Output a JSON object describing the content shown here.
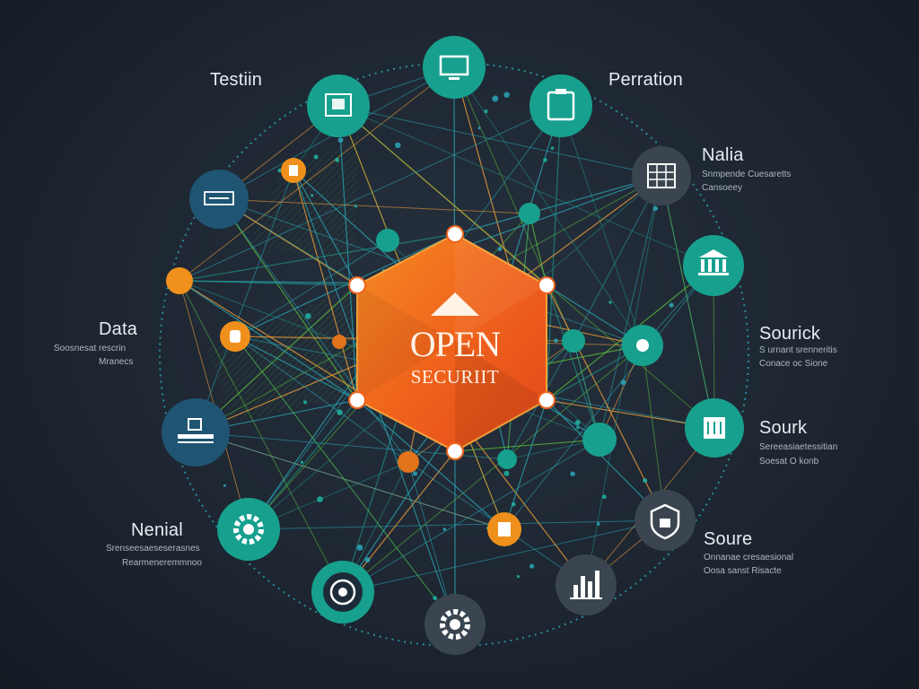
{
  "center": {
    "title": "OPEN",
    "subtitle": "SECURIIT",
    "icon": "triangle-icon"
  },
  "labels": {
    "testin": "Testiin",
    "perration": "Perration",
    "nalia": "Nalia",
    "nalia_sub1": "Snmpende Cuesaretts",
    "nalia_sub2": "Cansoeey",
    "data": "Data",
    "data_sub1": "Soosnesat rescrin",
    "data_sub2": "Mranecs",
    "sourick": "Sourick",
    "sourick_sub1": "S urnant srenneritis",
    "sourick_sub2": "Conace oc Sione",
    "sourk": "Sourk",
    "sourk_sub1": "Sereeasiaetessitian",
    "sourk_sub2": "Soesat O konb",
    "nenial": "Nenial",
    "nenial_sub1": "Srenseesaeseserasnes",
    "nenial_sub2": "Rearmeneremmnoo",
    "soure": "Soure",
    "soure_sub1": "Onnanae cresaesional",
    "soure_sub2": "Oosa sanst Risacte"
  },
  "icons": [
    "monitor-icon",
    "document-icon",
    "clipboard-icon",
    "spreadsheet-icon",
    "bank-icon",
    "server-icon",
    "calendar-icon",
    "shield-lock-icon",
    "bar-chart-icon",
    "gear-icon",
    "target-icon",
    "gear-icon",
    "id-card-icon"
  ],
  "colors": {
    "background": "#1b2430",
    "teal": "#159b8c",
    "dark_node": "#3a4550",
    "orange": "#f0631c",
    "orange_light": "#f7a23a",
    "cyan_line": "#2aa7b8",
    "green_line": "#5bbf3a"
  }
}
